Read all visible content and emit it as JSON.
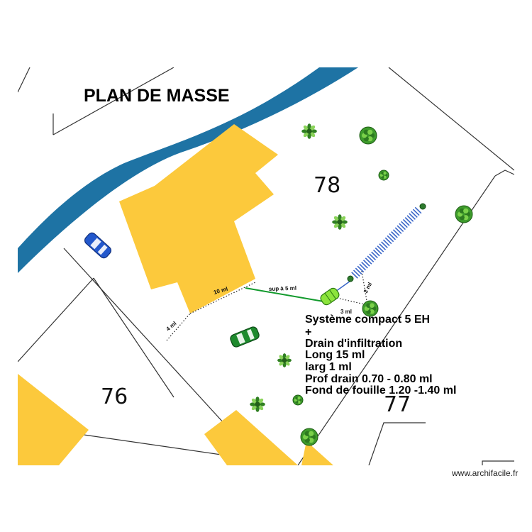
{
  "plan": {
    "title": "PLAN DE MASSE",
    "lots": {
      "lot_78": "78",
      "lot_76": "76",
      "lot_77": "77"
    },
    "measurements": {
      "m_10": "10 ml",
      "m_4": "4 ml",
      "m_sup5": "sup à 5 ml",
      "m_3a": "3 ml",
      "m_3b": "3 ml"
    },
    "notes": [
      "Système compact 5 EH",
      "+",
      "Drain d'infiltration",
      "Long 15 ml",
      "larg 1 ml",
      "Prof drain 0.70 - 0.80 ml",
      "Fond de fouille 1.20 -1.40 ml"
    ],
    "credit": "www.archifacile.fr"
  },
  "colors": {
    "road": "#1e73a4",
    "building": "#fcc93c",
    "tank": "#8ce43c",
    "pipe": "#129a2d",
    "drain": "#3a66c8",
    "car_blue": "#2358cc",
    "car_green": "#1e8a2d"
  },
  "icons": {
    "tree": "tree-icon",
    "shrub": "shrub-icon",
    "car": "car-icon",
    "tank": "septic-tank-icon"
  }
}
